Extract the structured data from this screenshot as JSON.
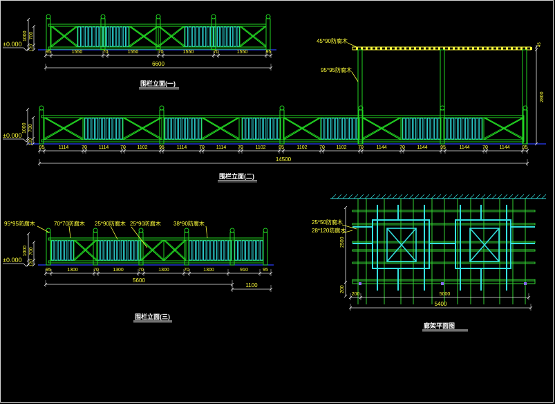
{
  "colors": {
    "background": "#000000",
    "rail": "#22d422",
    "rail_dark": "#0e6e0e",
    "baluster": "#2fe0e0",
    "dimension": "#e8e8e8",
    "dimension_text": "#ffff3c",
    "title": "#ffffff",
    "ground": "#2a3cff",
    "plan_cyan": "#33e0e0",
    "plan_green": "#33d433"
  },
  "elevation1": {
    "title": "围栏立面(一)",
    "level": "±0.000",
    "height_dims": [
      "1000",
      "700",
      "120"
    ],
    "segment_dims": [
      "95",
      "1550",
      "70",
      "1550",
      "70",
      "1550",
      "70",
      "1550",
      "95"
    ],
    "total_dim": "6600"
  },
  "elevation2": {
    "title": "围栏立面(二)",
    "level": "±0.000",
    "height_dims": [
      "1000",
      "700",
      "120"
    ],
    "segment_dims": [
      "95",
      "1114",
      "70",
      "1114",
      "70",
      "1102",
      "95",
      "1114",
      "70",
      "1114",
      "70",
      "1102",
      "95",
      "1102",
      "70",
      "1102",
      "70",
      "1144",
      "70",
      "1144",
      "95",
      "1144",
      "70",
      "1144",
      "95"
    ],
    "total_dim": "14500",
    "pergola_labels": [
      "45*90防腐木",
      "95*95防腐木"
    ],
    "pergola_height_dims": [
      "45",
      "2800"
    ]
  },
  "elevation3": {
    "title": "围栏立面(三)",
    "level": "±0.000",
    "height_dims": [
      "1000",
      "700",
      "120"
    ],
    "material_labels": [
      "95*95防腐木",
      "70*70防腐木",
      "25*90防腐木",
      "25*90防腐木",
      "38*90防腐木"
    ],
    "segment_dims": [
      "95",
      "1300",
      "70",
      "1300",
      "70",
      "1300",
      "70",
      "1300",
      "910",
      "95"
    ],
    "total_dim": "5600",
    "side_dim": "1100"
  },
  "plan": {
    "title": "廊架平面图",
    "material_labels": [
      "25*50防腐木",
      "28*120防腐木"
    ],
    "height_dims": [
      "2500",
      "200"
    ],
    "width_dims": [
      "200",
      "5000",
      "5400"
    ]
  }
}
